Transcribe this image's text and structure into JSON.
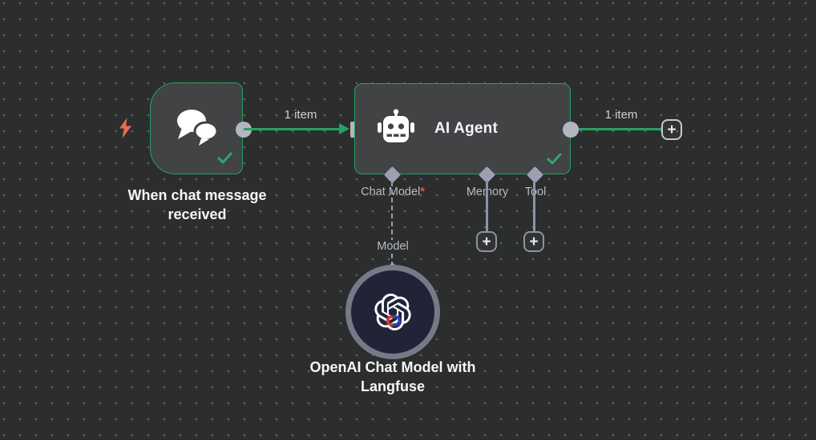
{
  "canvas": {
    "background": "#2c2d2d",
    "dot_color": "#616262"
  },
  "colors": {
    "node_fill": "#414345",
    "node_border_green": "#27a164",
    "connection_green": "#27a164",
    "connector_gray": "#b3b5c0",
    "port_diamond_gray": "#9da0b2",
    "label_gray": "#b9bcc5",
    "title_white": "#f4f6f9",
    "required_red": "#e4574c",
    "trigger_bolt_orange": "#e96c52",
    "check_green": "#2fa768",
    "model_ring_gray": "#787988",
    "model_fill_navy": "#222337"
  },
  "icons": {
    "plus": "+"
  },
  "trigger_node": {
    "title": "When chat message received"
  },
  "agent_node": {
    "title": "AI Agent",
    "ports": [
      {
        "label": "Chat Model",
        "required_marker": "*"
      },
      {
        "label": "Memory",
        "required_marker": ""
      },
      {
        "label": "Tool",
        "required_marker": ""
      }
    ]
  },
  "model_node": {
    "title": "OpenAI Chat Model with Langfuse",
    "connection_label": "Model"
  },
  "connections": [
    {
      "label": "1 item"
    },
    {
      "label": "1 item"
    }
  ]
}
